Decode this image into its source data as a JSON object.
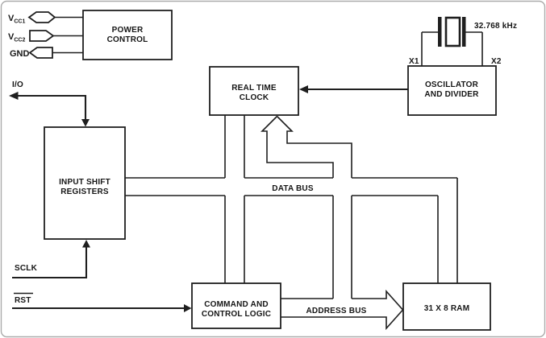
{
  "blocks": {
    "power_control": {
      "line1": "POWER",
      "line2": "CONTROL"
    },
    "real_time_clock": {
      "line1": "REAL TIME",
      "line2": "CLOCK"
    },
    "oscillator": {
      "line1": "OSCILLATOR",
      "line2": "AND DIVIDER"
    },
    "input_shift_registers": {
      "line1": "INPUT SHIFT",
      "line2": "REGISTERS"
    },
    "command_control": {
      "line1": "COMMAND AND",
      "line2": "CONTROL LOGIC"
    },
    "ram": {
      "label": "31 X 8 RAM"
    }
  },
  "pins": {
    "vcc1": {
      "main": "V",
      "sub": "CC1"
    },
    "vcc2": {
      "main": "V",
      "sub": "CC2"
    },
    "gnd": "GND",
    "io": "I/O",
    "sclk": "SCLK",
    "rst": "RST",
    "x1": "X1",
    "x2": "X2"
  },
  "buses": {
    "data_bus": "DATA BUS",
    "address_bus": "ADDRESS BUS"
  },
  "crystal": {
    "frequency": "32.768 kHz"
  }
}
